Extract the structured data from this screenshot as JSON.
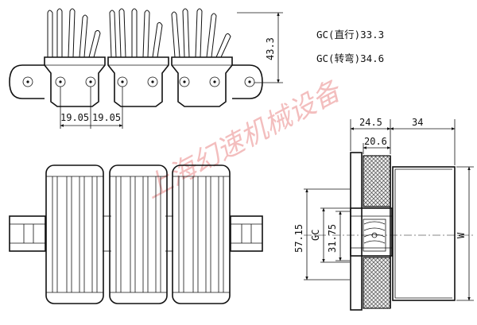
{
  "spec_notes": {
    "straight": "GC(直行)33.3",
    "curve": "GC(转弯)34.6"
  },
  "dimensions": {
    "pitch_1": "19.05",
    "pitch_2": "19.05",
    "height": "43.3",
    "top_outer": "24.5",
    "top_right": "34",
    "top_inner": "20.6",
    "overall_side": "57.15",
    "gc_label": "GC",
    "inner_side": "31.75",
    "width_label": "W"
  },
  "watermark": "上海幻速机械设备",
  "colors": {
    "line": "#111111",
    "watermark": "#f2b7b7",
    "hatch_bg": "#eeeeee"
  }
}
